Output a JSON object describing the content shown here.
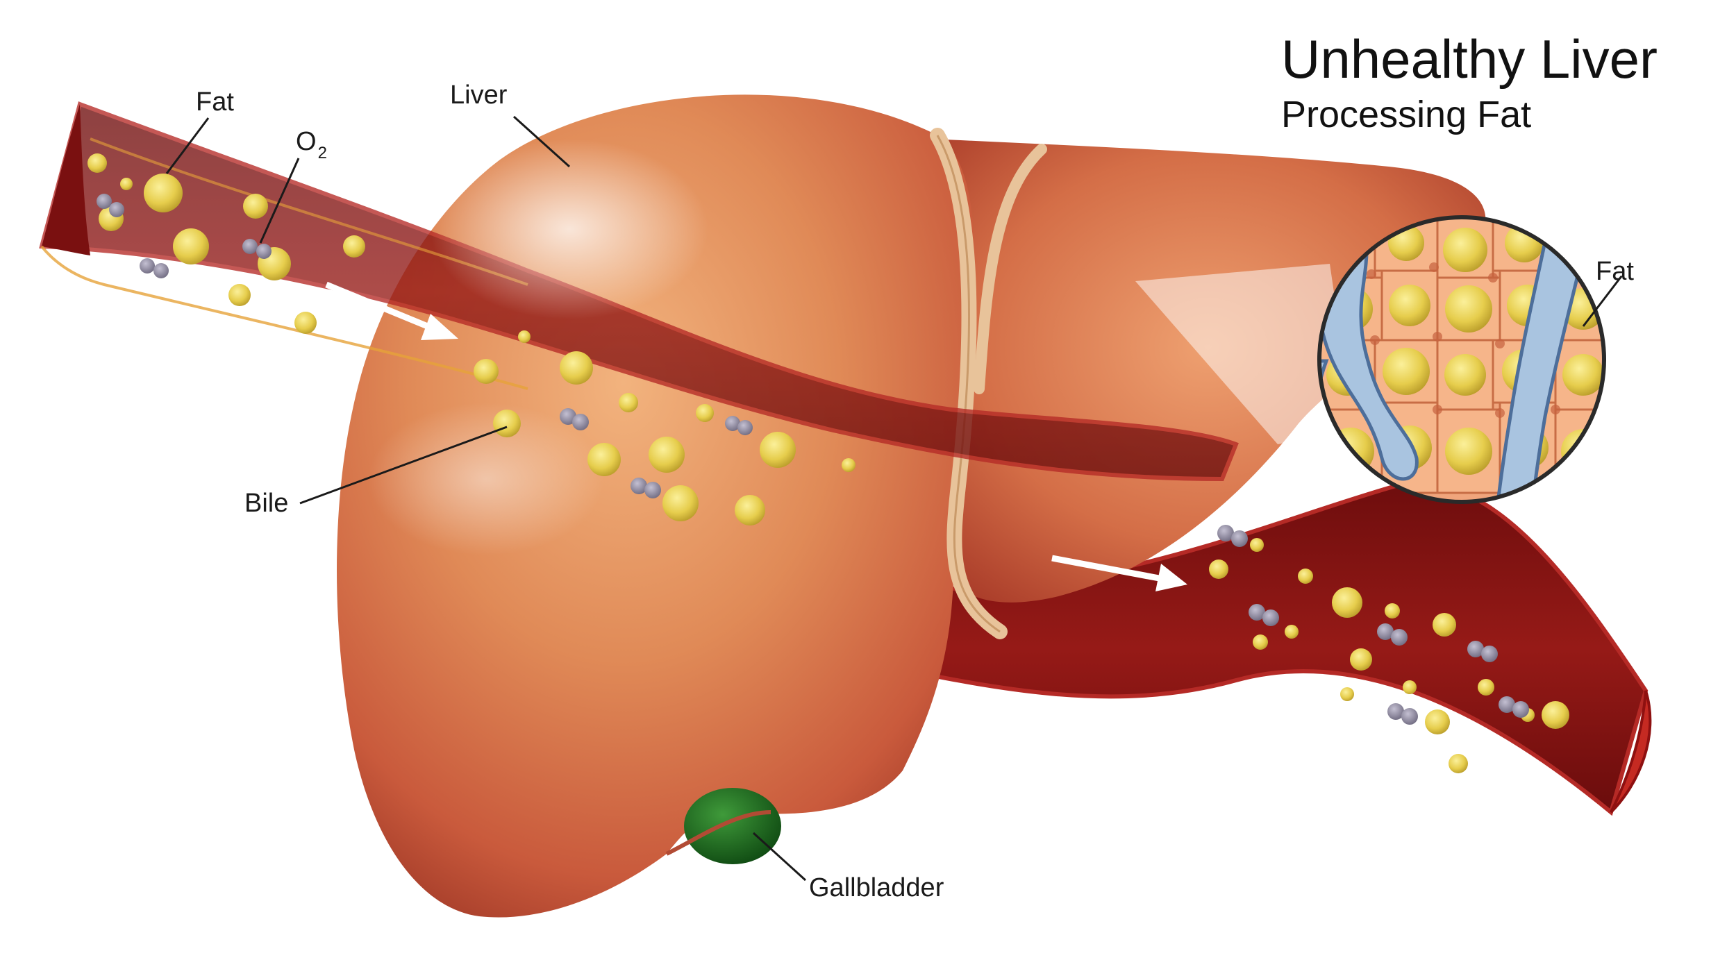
{
  "title": "Unhealthy Liver",
  "subtitle": "Processing Fat",
  "labels": {
    "fat_vessel": "Fat",
    "oxygen_symbol": "O",
    "oxygen_subscript": "2",
    "liver": "Liver",
    "bile": "Bile",
    "gallbladder": "Gallbladder",
    "fat_inset": "Fat"
  },
  "colors": {
    "liver": "#d87048",
    "vessel_blood": "#8e1414",
    "vessel_wall": "#a52222",
    "fat_globule": "#ead25a",
    "oxygen": "#8f8aa0",
    "gallbladder": "#1f6a1f",
    "ligament": "#e8c39a",
    "inset_channel": "#a9c4e0"
  }
}
